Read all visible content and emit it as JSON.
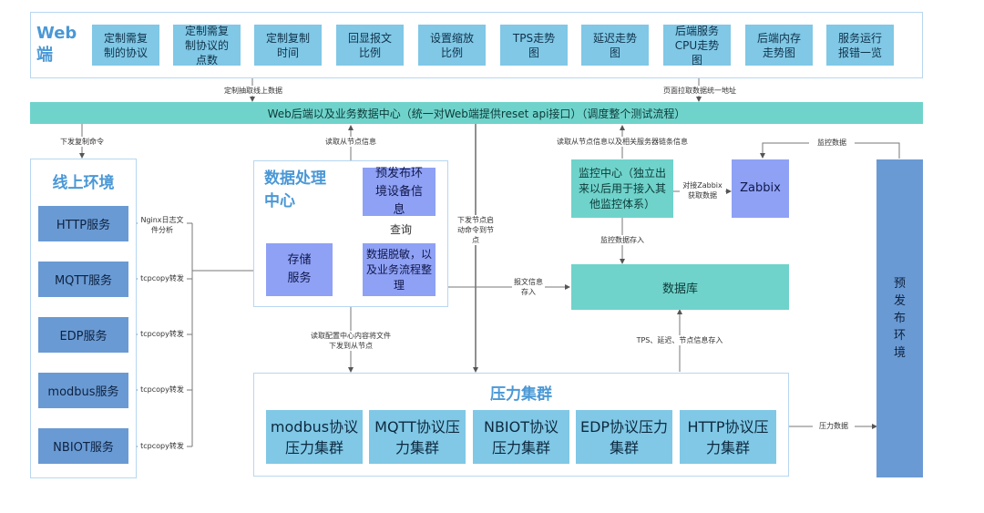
{
  "web": {
    "title": "Web端",
    "items": [
      "定制需复制的协议",
      "定制需复制协议的点数",
      "定制复制时间",
      "回显报文比例",
      "设置缩放比例",
      "TPS走势图",
      "延迟走势图",
      "后端服务CPU走势图",
      "后端内存走势图",
      "服务运行报错一览"
    ]
  },
  "backend": {
    "label": "Web后端以及业务数据中心（统一对Web端提供reset api接口）（调度整个测试流程）"
  },
  "online": {
    "title": "线上环境",
    "services": [
      "HTTP服务",
      "MQTT服务",
      "EDP服务",
      "modbus服务",
      "NBIOT服务"
    ],
    "edges": [
      "Nginx日志文件分析",
      "tcpcopy转发",
      "tcpcopy转发",
      "tcpcopy转发",
      "tcpcopy转发"
    ]
  },
  "processing": {
    "title": "数据处理中心",
    "storage": "存储服务",
    "prerelease_info": "预发布环境设备信息",
    "query": "查询",
    "desensitize": "数据脱敏，以及业务流程整理"
  },
  "monitor": {
    "center": "监控中心（独立出来以后用于接入其他监控体系）",
    "zabbix": "Zabbix",
    "zabbix_edge": "对接Zabbix获取数据"
  },
  "database": {
    "label": "数据库"
  },
  "pressure": {
    "title": "压力集群",
    "clusters": [
      "modbus协议压力集群",
      "MQTT协议压力集群",
      "NBIOT协议压力集群",
      "EDP协议压力集群",
      "HTTP协议压力集群"
    ]
  },
  "prerelease": {
    "label": "预发布环境"
  },
  "edge_labels": {
    "custom_pull": "定制抽取线上数据",
    "page_pull": "页面拉取数据统一地址",
    "issue_copy": "下发复制命令",
    "read_slave": "读取从节点信息",
    "read_slave_chain": "读取从节点信息以及相关服务器链条信息",
    "issue_start": "下发节点启动命令到节点",
    "monitor_data": "监控数据",
    "monitor_store": "监控数据存入",
    "msg_store": "报文信息存入",
    "read_config": "读取配置中心内容将文件下发到从节点",
    "tps_store": "TPS、延迟、节点信息存入",
    "pressure_data": "压力数据"
  }
}
